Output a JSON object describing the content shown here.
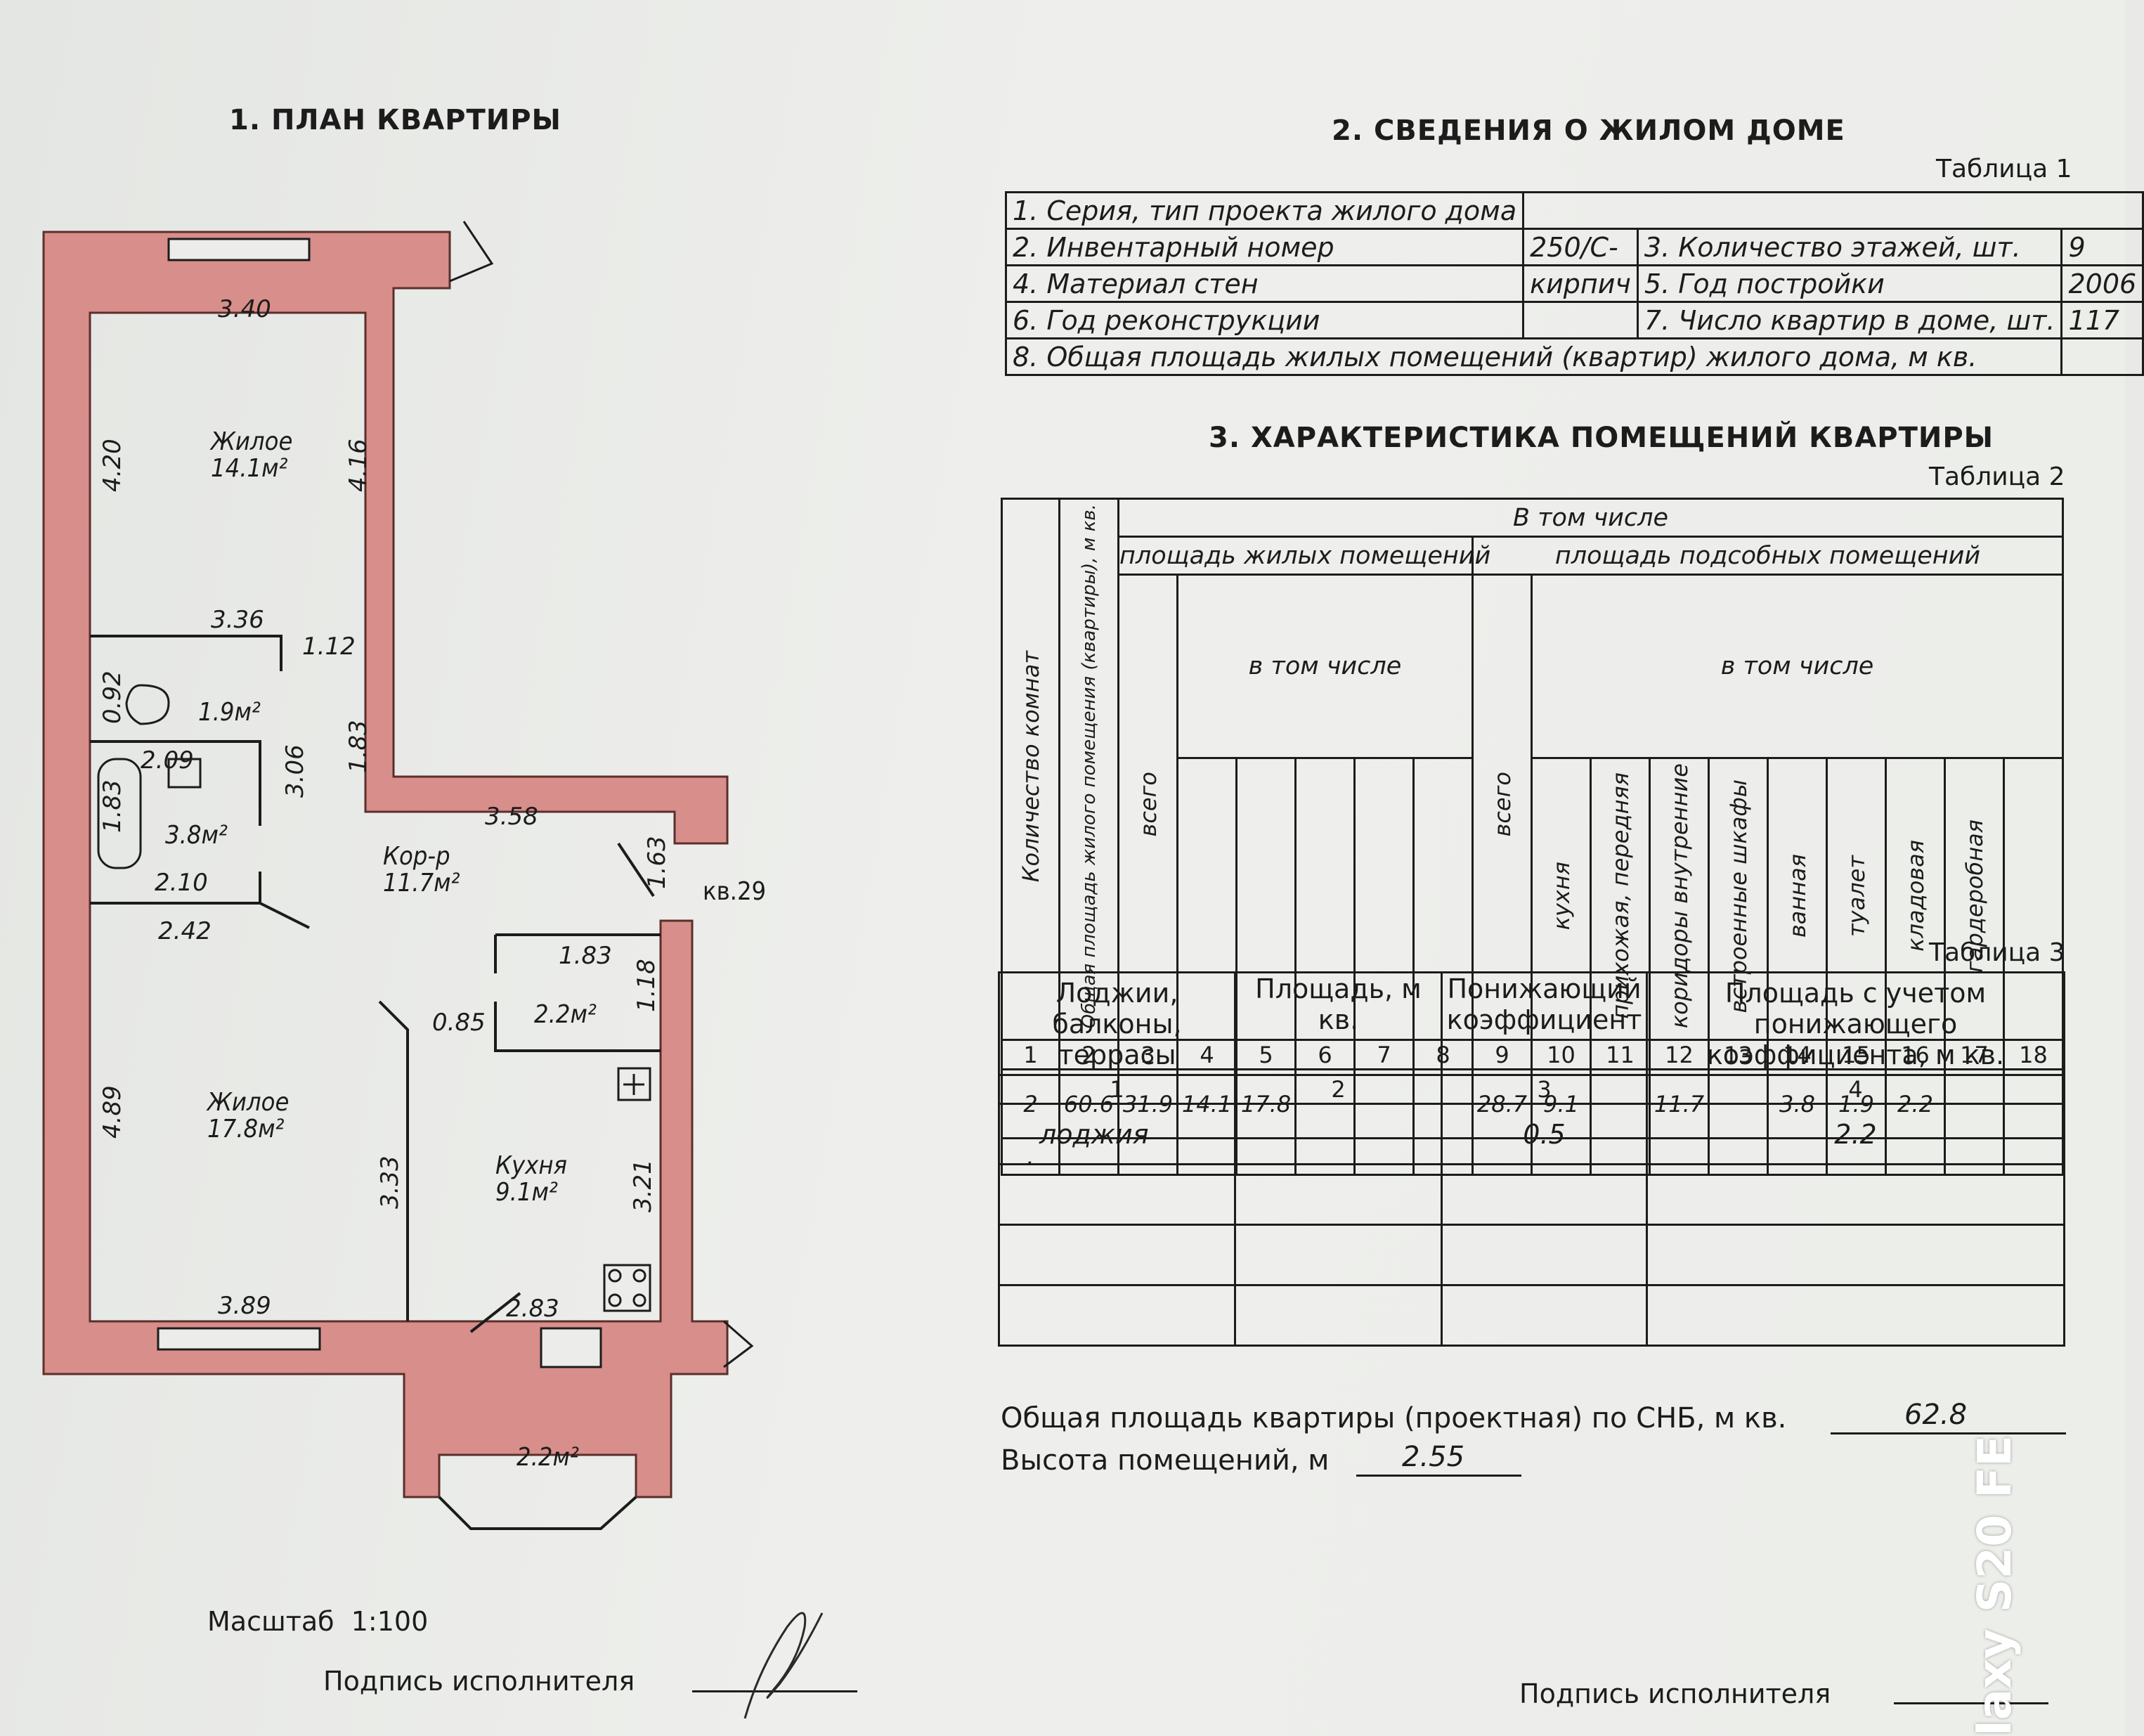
{
  "section1": {
    "title": "1. ПЛАН КВАРТИРЫ"
  },
  "section2": {
    "title": "2. СВЕДЕНИЯ О ЖИЛОМ ДОМЕ",
    "table_label": "Таблица 1"
  },
  "table1": {
    "r1_label": "1. Серия, тип проекта жилого дома",
    "r1_value": "",
    "r2_label": "2. Инвентарный номер",
    "r2_value": "250/С-",
    "r2b_label": "3. Количество этажей, шт.",
    "r2b_value": "9",
    "r3_label": "4. Материал стен",
    "r3_value": "кирпич",
    "r3b_label": "5. Год постройки",
    "r3b_value": "2006",
    "r4_label": "6. Год реконструкции",
    "r4_value": "",
    "r4b_label": "7. Число квартир в доме, шт.",
    "r4b_value": "117",
    "r5_label": "8. Общая площадь жилых помещений (квартир) жилого дома, м кв.",
    "r5_value": ""
  },
  "section3": {
    "title": "3. ХАРАКТЕРИСТИКА ПОМЕЩЕНИЙ КВАРТИРЫ",
    "table_label": "Таблица 2"
  },
  "table2": {
    "h_rooms": "Количество комнат",
    "h_total": "Общая площадь жилого помещения (квартиры), м кв.",
    "h_incl": "В том числе",
    "h_living": "площадь жилых помещений",
    "h_aux": "площадь подсобных помещений",
    "h_incl2": "в том числе",
    "h_incl3": "в том числе",
    "h_all1": "всего",
    "h_all2": "всего",
    "h_kitchen": "кухня",
    "h_hall": "прихожая, передняя",
    "h_corr": "коридоры внутренние",
    "h_closet": "встроенные шкафы",
    "h_bath": "ванная",
    "h_wc": "туалет",
    "h_store": "кладовая",
    "h_wardrobe": "гардеробная",
    "col_numbers": [
      "1",
      "2",
      "3",
      "4",
      "5",
      "6",
      "7",
      "8",
      "9",
      "10",
      "11",
      "12",
      "13",
      "14",
      "15",
      "16",
      "17",
      "18"
    ],
    "row1": [
      "2",
      "60.6",
      "31.9",
      "14.1",
      "17.8",
      "",
      "",
      "",
      "28.7",
      "9.1",
      "",
      "11.7",
      "",
      "3.8",
      "1.9",
      "2.2",
      "",
      ""
    ],
    "row2_first": "."
  },
  "table3": {
    "label": "Таблица 3",
    "h1": "Лоджии, балконы, террасы",
    "h2": "Площадь, м кв.",
    "h3": "Понижающий коэффициент",
    "h4": "Площадь с учетом понижающего коэффициента, м кв.",
    "n1": "1",
    "n2": "2",
    "n3": "3",
    "n4": "4",
    "row1": {
      "name": "лоджия",
      "area": "",
      "coef": "0.5",
      "reduced": "2.2"
    }
  },
  "summary": {
    "total_label": "Общая площадь квартиры (проектная) по СНБ, м кв.",
    "total_value": "62.8",
    "height_label": "Высота помещений, м",
    "height_value": "2.55"
  },
  "plan": {
    "room_living1_name": "Жилое",
    "room_living1_area": "14.1м²",
    "room_living2_name": "Жилое",
    "room_living2_area": "17.8м²",
    "room_corridor_name": "Кор-р",
    "room_corridor_area": "11.7м²",
    "room_kitchen_name": "Кухня",
    "room_kitchen_area": "9.1м²",
    "room_wc_area": "1.9м²",
    "room_bath_area": "3.8м²",
    "room_store_area": "2.2м²",
    "room_loggia_area": "2.2м²",
    "apartment_label": "кв.29",
    "dims": [
      "3.40",
      "4.20",
      "4.16",
      "3.36",
      "1.12",
      "0.92",
      "2.09",
      "1.83",
      "3.06",
      "1.83",
      "2.10",
      "2.42",
      "3.58",
      "1.63",
      "1.83",
      "1.18",
      "0.85",
      "4.89",
      "3.33",
      "3.21",
      "3.89",
      "2.83"
    ]
  },
  "scale": "Масштаб  1:100",
  "signature_left": "Подпись исполнителя",
  "signature_right": "Подпись исполнителя",
  "watermark": "laxy S20 FE"
}
